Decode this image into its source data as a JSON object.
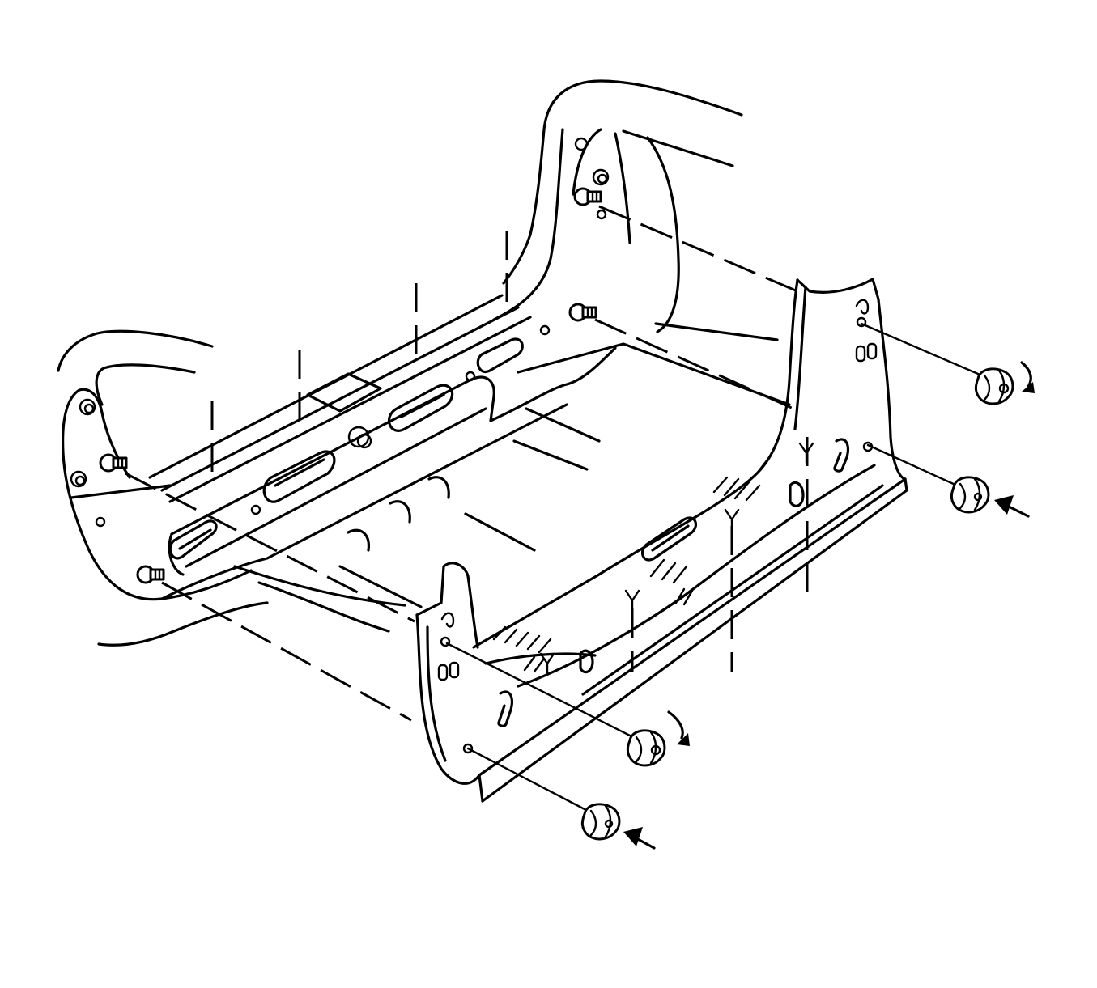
{
  "figure": {
    "background": "#ffffff",
    "line_color": "#000000",
    "parts": [
      "seat-cushion-outline",
      "seat-back-outline",
      "seat-pan-frame",
      "side-trim-panel",
      "shoulder-bolt",
      "retainer-clip",
      "rotation-arrow",
      "push-arrow"
    ]
  }
}
